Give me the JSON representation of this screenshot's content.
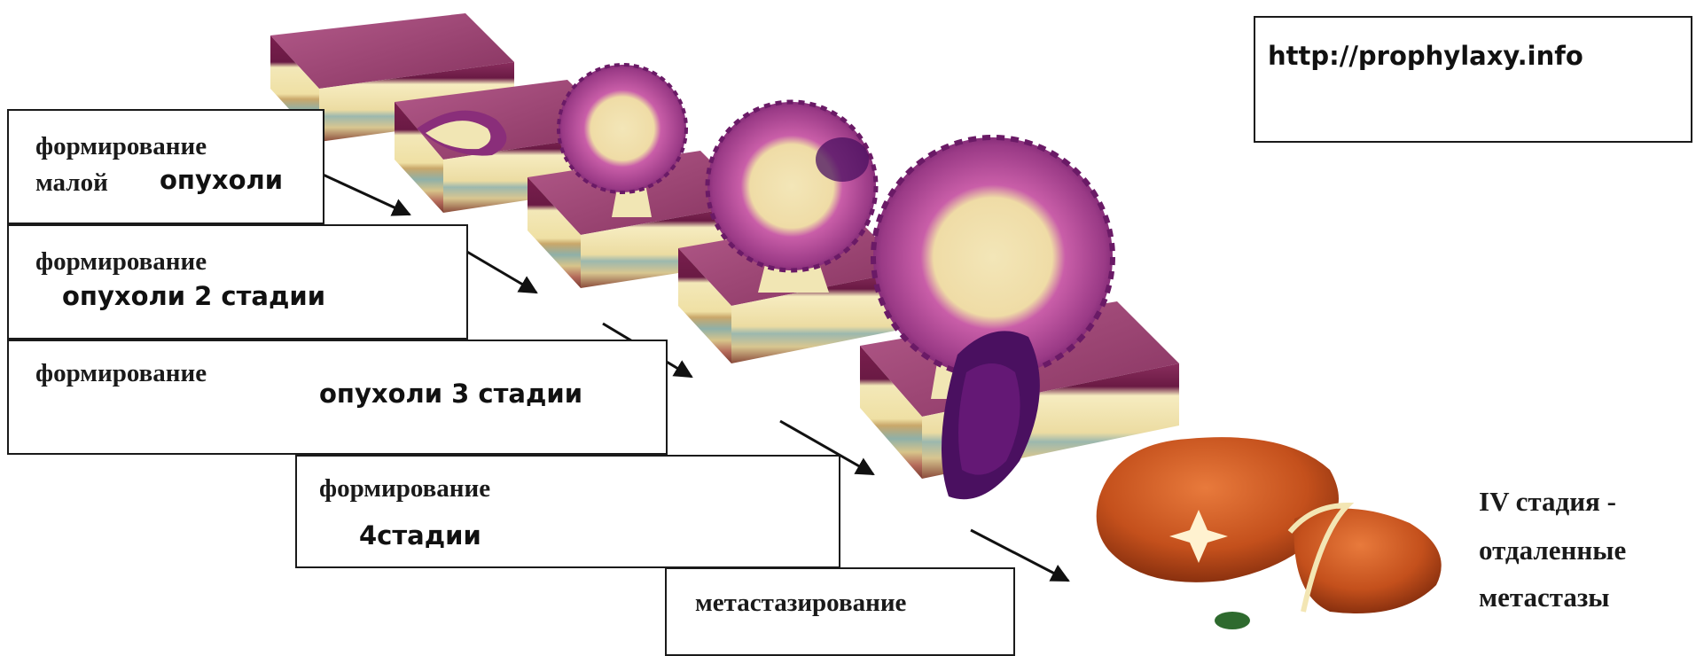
{
  "url_box": {
    "text": "http://prophylaxy.info"
  },
  "stage1": {
    "line1": "формирование",
    "line2": "малой",
    "line3": "опухоли"
  },
  "stage2": {
    "line1": "формирование",
    "line2": "опухоли 2 стадии"
  },
  "stage3": {
    "line1": "формирование",
    "line2": "опухоли 3 стадии"
  },
  "stage4": {
    "line1": "формирование",
    "line2": "4стадии"
  },
  "stage5": {
    "line1": "метастазирование"
  },
  "stage_final": {
    "line1": "IV стадия -",
    "line2": "отдаленные",
    "line3": "метастазы"
  },
  "colors": {
    "mucosa_top": "#a24a78",
    "mucosa_side": "#7a1f4e",
    "tumor": "#b4509a",
    "tumor_dark": "#5a1660",
    "stroma": "#f1e6b4",
    "liver": "#c8531c",
    "liver_dark": "#8a2e10"
  }
}
